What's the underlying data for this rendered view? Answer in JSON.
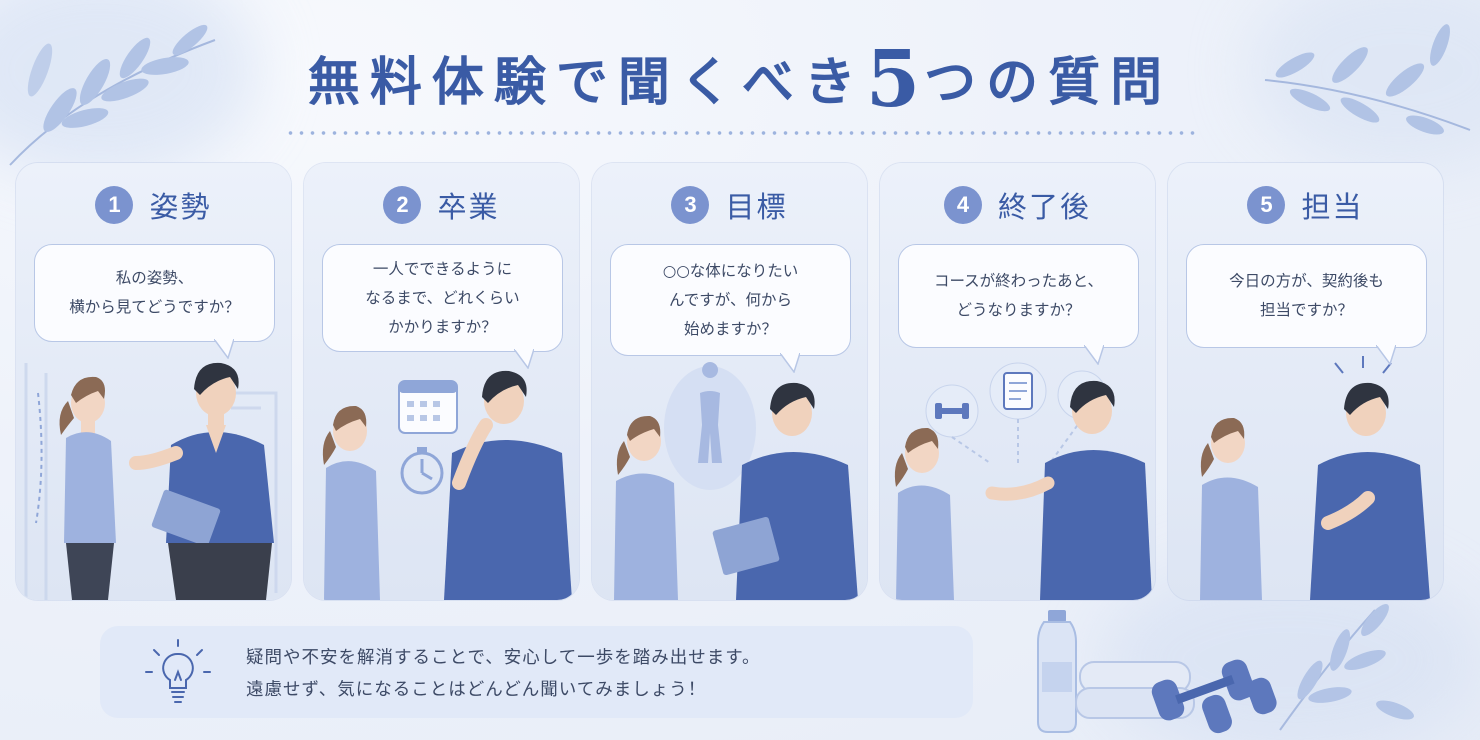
{
  "title": {
    "before": "無料体験で聞くべき",
    "number": "5",
    "after": "つの質問"
  },
  "cards": [
    {
      "number": "1",
      "title": "姿勢",
      "question": "私の姿勢、\n横から見てどうですか？"
    },
    {
      "number": "2",
      "title": "卒業",
      "question": "一人でできるように\nなるまで、どれくらい\nかかりますか？"
    },
    {
      "number": "3",
      "title": "目標",
      "question": "○○な体になりたい\nんですが、何から\n始めますか？"
    },
    {
      "number": "4",
      "title": "終了後",
      "question": "コースが終わったあと、\nどうなりますか？"
    },
    {
      "number": "5",
      "title": "担当",
      "question": "今日の方が、契約後も\n担当ですか？"
    }
  ],
  "tip": {
    "line1": "疑問や不安を解消することで、安心して一歩を踏み出せます。",
    "line2": "遠慮せず、気になることはどんどん聞いてみましょう！"
  },
  "colors": {
    "accent": "#3a5ba5",
    "badge": "#7b93cf",
    "shirt": "#4a67ae",
    "bg": "#eef2fa"
  },
  "icons": [
    "calendar-icon",
    "stopwatch-icon",
    "dumbbell-icon",
    "clipboard-icon",
    "lightbulb-icon",
    "water-bottle-icon"
  ]
}
